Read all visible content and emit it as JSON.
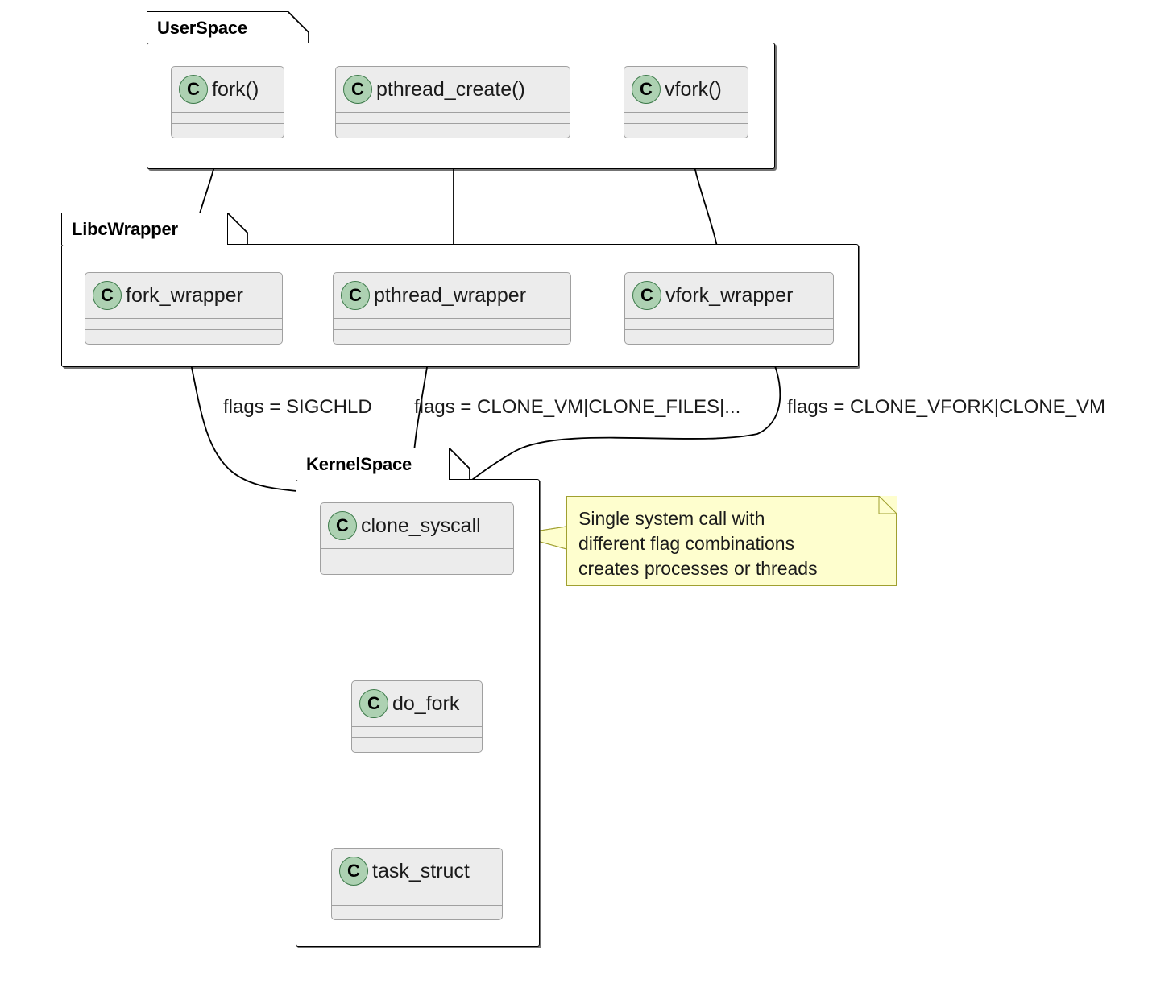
{
  "diagram": {
    "title": "Linux process and thread creation via clone syscall",
    "type": "uml-class-diagram",
    "background": "#ffffff",
    "colors": {
      "class_fill": "#ECECEC",
      "class_border": "#A0A0A0",
      "class_icon_fill": "#ADD1B2",
      "class_icon_border": "#3D7A4A",
      "package_border": "#000000",
      "package_fill": "#ffffff",
      "note_fill": "#FEFECE",
      "note_border": "#A0A030",
      "edge": "#000000"
    }
  },
  "packages": [
    {
      "id": "userspace",
      "name": "UserSpace",
      "classes": [
        {
          "id": "fork",
          "name": "fork()",
          "stereotype_icon": "C"
        },
        {
          "id": "pthread_create",
          "name": "pthread_create()",
          "stereotype_icon": "C"
        },
        {
          "id": "vfork",
          "name": "vfork()",
          "stereotype_icon": "C"
        }
      ]
    },
    {
      "id": "libcwrapper",
      "name": "LibcWrapper",
      "classes": [
        {
          "id": "fork_wrapper",
          "name": "fork_wrapper",
          "stereotype_icon": "C"
        },
        {
          "id": "pthread_wrapper",
          "name": "pthread_wrapper",
          "stereotype_icon": "C"
        },
        {
          "id": "vfork_wrapper",
          "name": "vfork_wrapper",
          "stereotype_icon": "C"
        }
      ]
    },
    {
      "id": "kernelspace",
      "name": "KernelSpace",
      "classes": [
        {
          "id": "clone_syscall",
          "name": "clone_syscall",
          "stereotype_icon": "C"
        },
        {
          "id": "do_fork",
          "name": "do_fork",
          "stereotype_icon": "C"
        },
        {
          "id": "task_struct",
          "name": "task_struct",
          "stereotype_icon": "C"
        }
      ]
    }
  ],
  "edges": [
    {
      "id": "e1",
      "from": "fork",
      "to": "fork_wrapper",
      "label": ""
    },
    {
      "id": "e2",
      "from": "pthread_create",
      "to": "pthread_wrapper",
      "label": ""
    },
    {
      "id": "e3",
      "from": "vfork",
      "to": "vfork_wrapper",
      "label": ""
    },
    {
      "id": "e4",
      "from": "fork_wrapper",
      "to": "clone_syscall",
      "label": "flags = SIGCHLD"
    },
    {
      "id": "e5",
      "from": "pthread_wrapper",
      "to": "clone_syscall",
      "label": "flags = CLONE_VM|CLONE_FILES|..."
    },
    {
      "id": "e6",
      "from": "vfork_wrapper",
      "to": "clone_syscall",
      "label": "flags = CLONE_VFORK|CLONE_VM"
    },
    {
      "id": "e7",
      "from": "clone_syscall",
      "to": "do_fork",
      "label": ""
    },
    {
      "id": "e8",
      "from": "do_fork",
      "to": "task_struct",
      "label": ""
    }
  ],
  "notes": [
    {
      "id": "note-clone",
      "attached_to": "clone_syscall",
      "text": "Single system call with\ndifferent flag combinations\ncreates processes or threads"
    }
  ]
}
